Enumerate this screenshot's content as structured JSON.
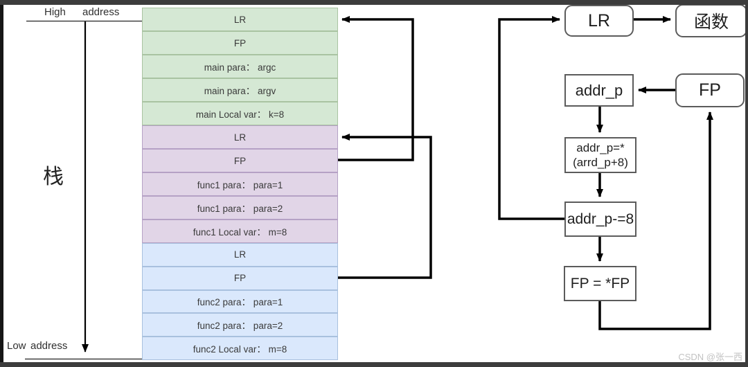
{
  "labels": {
    "high_word1": "High",
    "high_word2": "address",
    "low_word1": "Low",
    "low_word2": "address",
    "stack_char": "栈"
  },
  "stack": {
    "frames": [
      {
        "name": "main",
        "fill": "#d5e8d4",
        "border": "#a9c3a1",
        "rows": [
          "LR",
          "FP",
          "main para： argc",
          "main para： argv",
          "main Local var： k=8"
        ]
      },
      {
        "name": "func1",
        "fill": "#e1d5e7",
        "border": "#b5a1c5",
        "rows": [
          "LR",
          "FP",
          "func1 para： para=1",
          "func1 para： para=2",
          "func1 Local var： m=8"
        ]
      },
      {
        "name": "func2",
        "fill": "#dae8fc",
        "border": "#a8c0de",
        "rows": [
          "LR",
          "FP",
          "func2 para： para=1",
          "func2 para： para=2",
          "func2 Local var： m=8"
        ]
      }
    ]
  },
  "flowchart": {
    "lr": "LR",
    "func": "函数",
    "addr_p": "addr_p",
    "fp": "FP",
    "addr_assign_line1": "addr_p=*",
    "addr_assign_line2": "(arrd_p+8)",
    "addr_dec": "addr_p-=8",
    "fp_deref": "FP = *FP"
  },
  "watermark": "CSDN @张一西",
  "colors": {
    "frame_bar": "#3c3c3c",
    "arrow_line": "#000000",
    "box_border": "#5b5b5b",
    "text": "#333333",
    "watermark": "#c2c2c2"
  }
}
